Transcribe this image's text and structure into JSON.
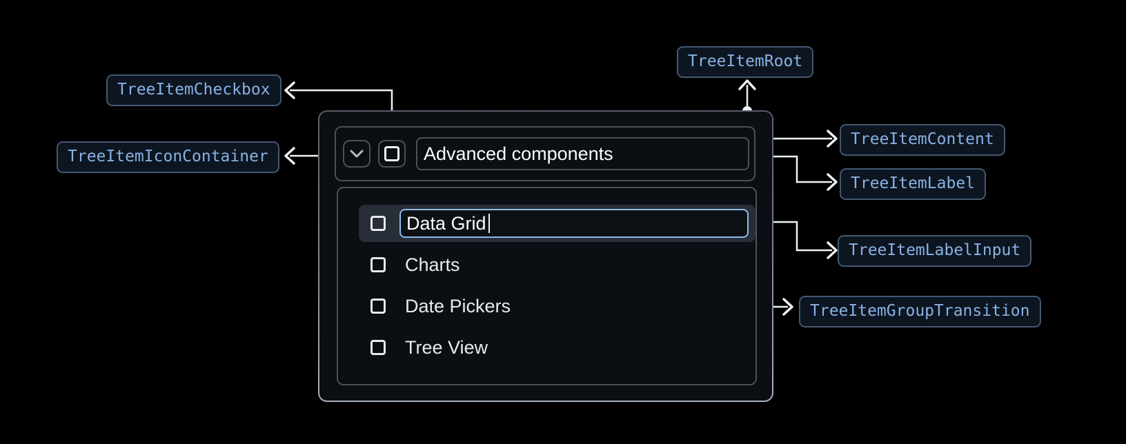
{
  "annotations": {
    "checkbox": {
      "label": "TreeItemCheckbox"
    },
    "icon_container": {
      "label": "TreeItemIconContainer"
    },
    "root": {
      "label": "TreeItemRoot"
    },
    "content": {
      "label": "TreeItemContent"
    },
    "item_label": {
      "label": "TreeItemLabel"
    },
    "label_input": {
      "label": "TreeItemLabelInput"
    },
    "group_transition": {
      "label": "TreeItemGroupTransition"
    }
  },
  "tree": {
    "parent": {
      "label": "Advanced components",
      "expanded": true,
      "checked": false
    },
    "children": [
      {
        "label": "Data Grid",
        "editing": true,
        "checked": false
      },
      {
        "label": "Charts",
        "editing": false,
        "checked": false
      },
      {
        "label": "Date Pickers",
        "editing": false,
        "checked": false
      },
      {
        "label": "Tree View",
        "editing": false,
        "checked": false
      }
    ]
  },
  "colors": {
    "badge_text": "#88b2e4",
    "badge_border": "#445972",
    "badge_bg": "#0d1520",
    "tree_border": "#4b525a",
    "input_focus_border": "#8fbce9",
    "row_highlight_bg": "#272e37",
    "connector": "#f0f3f6",
    "background": "#000000"
  }
}
